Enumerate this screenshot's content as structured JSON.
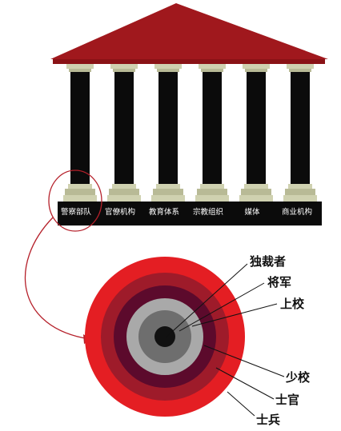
{
  "pillars": [
    {
      "label": "警察部队"
    },
    {
      "label": "官僚机构"
    },
    {
      "label": "教育体系"
    },
    {
      "label": "宗教组织"
    },
    {
      "label": "媒体"
    },
    {
      "label": "商业机构"
    }
  ],
  "ranks": [
    {
      "label": "独裁者",
      "color": "#111111"
    },
    {
      "label": "将军",
      "color": "#6e6e6e"
    },
    {
      "label": "上校",
      "color": "#a9a9a9"
    },
    {
      "label": "少校",
      "color": "#5c0a2c"
    },
    {
      "label": "士官",
      "color": "#9e1b2a"
    },
    {
      "label": "士兵",
      "color": "#e41e23"
    }
  ],
  "colors": {
    "roof": "#a0181d",
    "column": "#0b0b0b",
    "capital": "#cfd1b0",
    "base": "#0b0b0b",
    "arrow": "#b5202a"
  }
}
